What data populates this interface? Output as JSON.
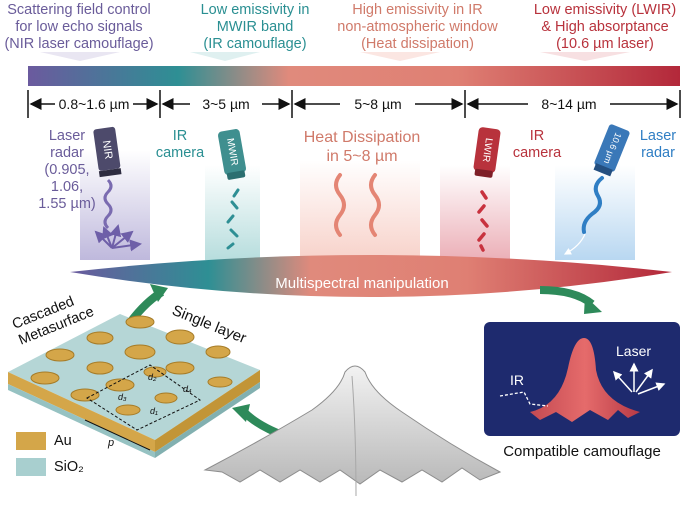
{
  "headers": [
    {
      "l1": "Scattering field control",
      "l2": "for low echo signals",
      "l3": "(NIR laser camouflage)",
      "color": "#6a5c9a"
    },
    {
      "l1": "Low emissivity in",
      "l2": "MWIR band",
      "l3": "(IR camouflage)",
      "color": "#2a8f92"
    },
    {
      "l1": "High emissivity in IR",
      "l2": "non-atmospheric window",
      "l3": "(Heat dissipation)",
      "color": "#d07a6a"
    },
    {
      "l1": "Low emissivity (LWIR)",
      "l2": "&  High absorptance",
      "l3": "(10.6 µm laser)",
      "color": "#b8323c"
    }
  ],
  "bands": [
    "0.8~1.6 µm",
    "3~5 µm",
    "5~8 µm",
    "8~14 µm"
  ],
  "devices": {
    "laser_radar_left": {
      "l1": "Laser",
      "l2": "radar",
      "l3": "(0.905,",
      "l4": "1.06,",
      "l5": "1.55 µm)",
      "tag": "NIR"
    },
    "ir_camera_mwir": {
      "l1": "IR",
      "l2": "camera",
      "tag": "MWIR"
    },
    "heat": {
      "l1": "Heat Dissipation",
      "l2": "in 5~8 µm"
    },
    "ir_camera_lwir": {
      "l1": "IR",
      "l2": "camera",
      "tag": "LWIR"
    },
    "laser_radar_right": {
      "l1": "Laser",
      "l2": "radar",
      "tag": "10.6 µm"
    }
  },
  "manipulation_label": "Multispectral manipulation",
  "metasurface": {
    "cascaded_l1": "Cascaded",
    "cascaded_l2": "Metasurface",
    "single_layer": "Single layer",
    "d1": "d₁",
    "d2": "d₂",
    "d3": "d₃",
    "d4": "d₄",
    "p": "p"
  },
  "legend": [
    {
      "label": "Au",
      "color": "#d4a649"
    },
    {
      "label": "SiO₂",
      "color": "#a8cfcf"
    }
  ],
  "camouflage": {
    "laser": "Laser",
    "ir": "IR",
    "caption": "Compatible camouflage",
    "panel_color": "#1e2a6e"
  }
}
